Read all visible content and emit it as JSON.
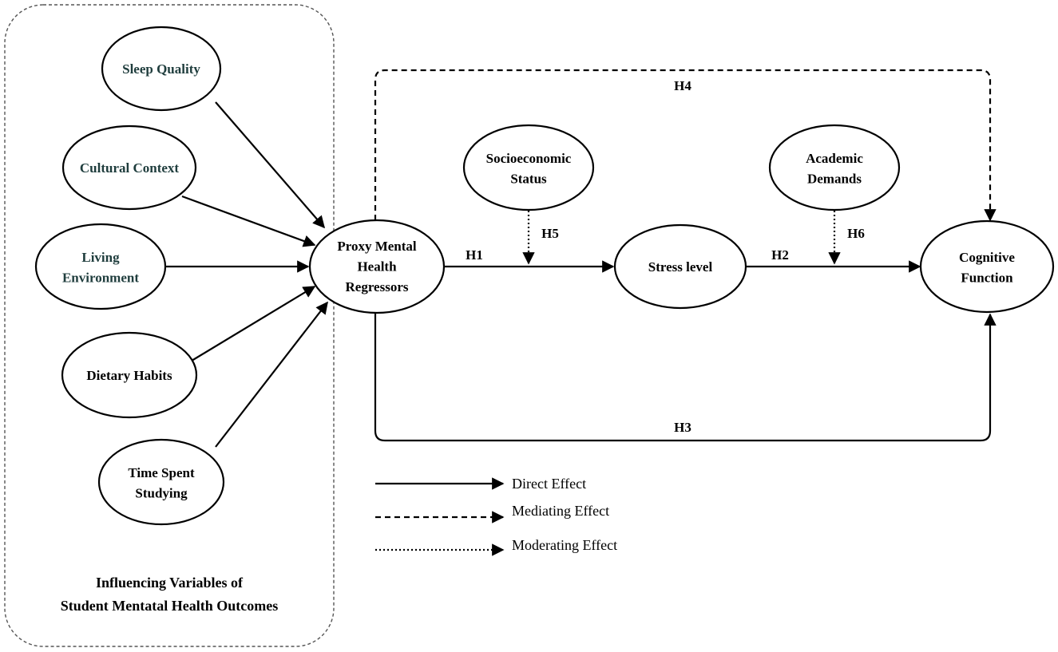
{
  "colors": {
    "influence_text": "#1f3d3d",
    "standard_text": "#000000",
    "stroke": "#000000"
  },
  "group": {
    "title_line1": "Influencing Variables of",
    "title_line2": "Student Mentatal Health Outcomes"
  },
  "nodes": {
    "sleep_quality": {
      "lines": [
        "Sleep Quality"
      ]
    },
    "cultural_context": {
      "lines": [
        "Cultural Context"
      ]
    },
    "living_environment": {
      "lines": [
        "Living",
        "Environment"
      ]
    },
    "dietary_habits": {
      "lines": [
        "Dietary Habits"
      ]
    },
    "time_spent_studying": {
      "lines": [
        "Time Spent",
        "Studying"
      ]
    },
    "proxy_mental_health": {
      "lines": [
        "Proxy Mental",
        "Health",
        "Regressors"
      ]
    },
    "socioeconomic_status": {
      "lines": [
        "Socioeconomic",
        "Status"
      ]
    },
    "stress_level": {
      "lines": [
        "Stress level"
      ]
    },
    "academic_demands": {
      "lines": [
        "Academic",
        "Demands"
      ]
    },
    "cognitive_function": {
      "lines": [
        "Cognitive",
        "Function"
      ]
    }
  },
  "hypotheses": {
    "h1": "H1",
    "h2": "H2",
    "h3": "H3",
    "h4": "H4",
    "h5": "H5",
    "h6": "H6"
  },
  "legend": {
    "direct": "Direct Effect",
    "mediating": "Mediating Effect",
    "moderating": "Moderating Effect"
  }
}
